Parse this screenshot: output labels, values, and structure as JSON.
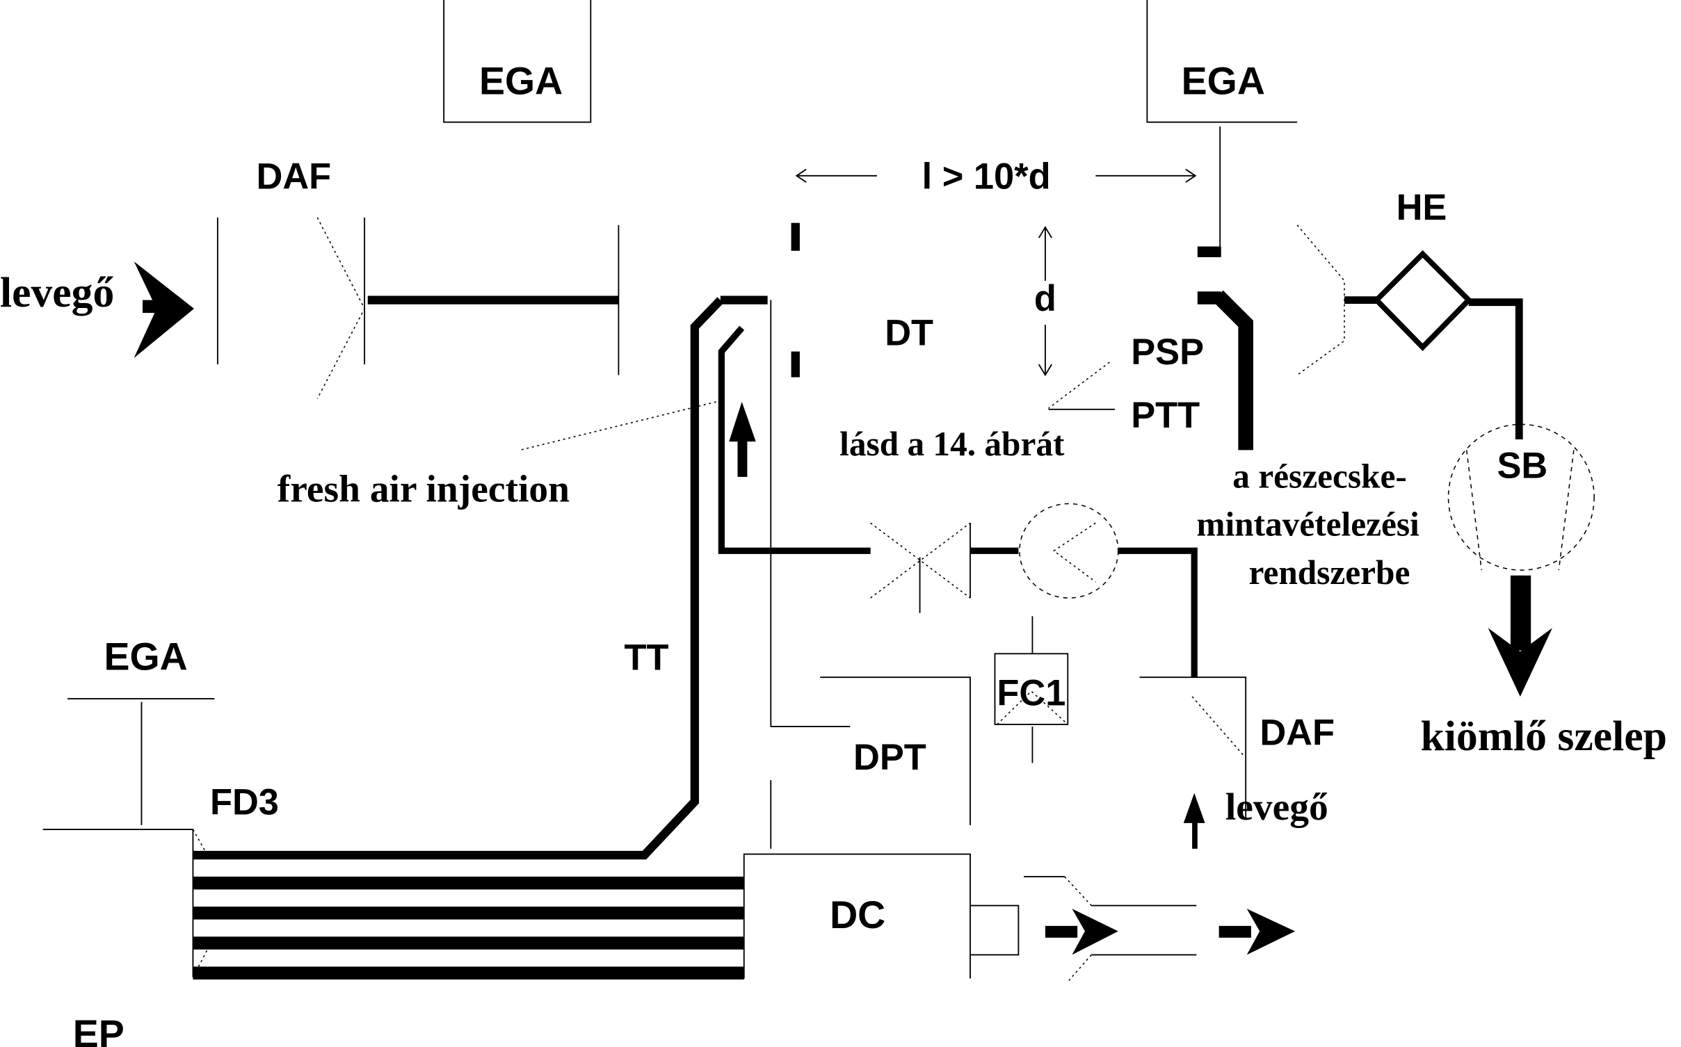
{
  "diagram": {
    "labels": {
      "ega_top_left": "EGA",
      "ega_top_right": "EGA",
      "ega_bottom_left": "EGA",
      "daf_top": "DAF",
      "daf_bottom": "DAF",
      "levego_left": "levegő",
      "levego_bottom": "levegő",
      "dimension_length": "l > 10*d",
      "dimension_diameter": "d",
      "dt": "DT",
      "psp": "PSP",
      "ptt": "PTT",
      "see_figure": "lásd a 14. ábrát",
      "he": "HE",
      "sb": "SB",
      "particle_line1": "a részecske-",
      "particle_line2": "mintavételezési",
      "particle_line3": "rendszerbe",
      "exhaust_valve": "kiömlő szelep",
      "fresh_air": "fresh air injection",
      "tt": "TT",
      "fc1": "FC1",
      "dpt": "DPT",
      "fd3": "FD3",
      "dc": "DC",
      "ep": "EP"
    },
    "icons": {
      "inlet_arrow": "arrow-right-icon",
      "flow_up_arrow": "arrow-up-icon",
      "outlet_arrow": "arrow-down-icon",
      "exhaust_arrows": "arrow-right-icon",
      "pump": "pump-icon",
      "valve": "valve-icon",
      "heat_exchanger": "diamond-icon"
    }
  }
}
